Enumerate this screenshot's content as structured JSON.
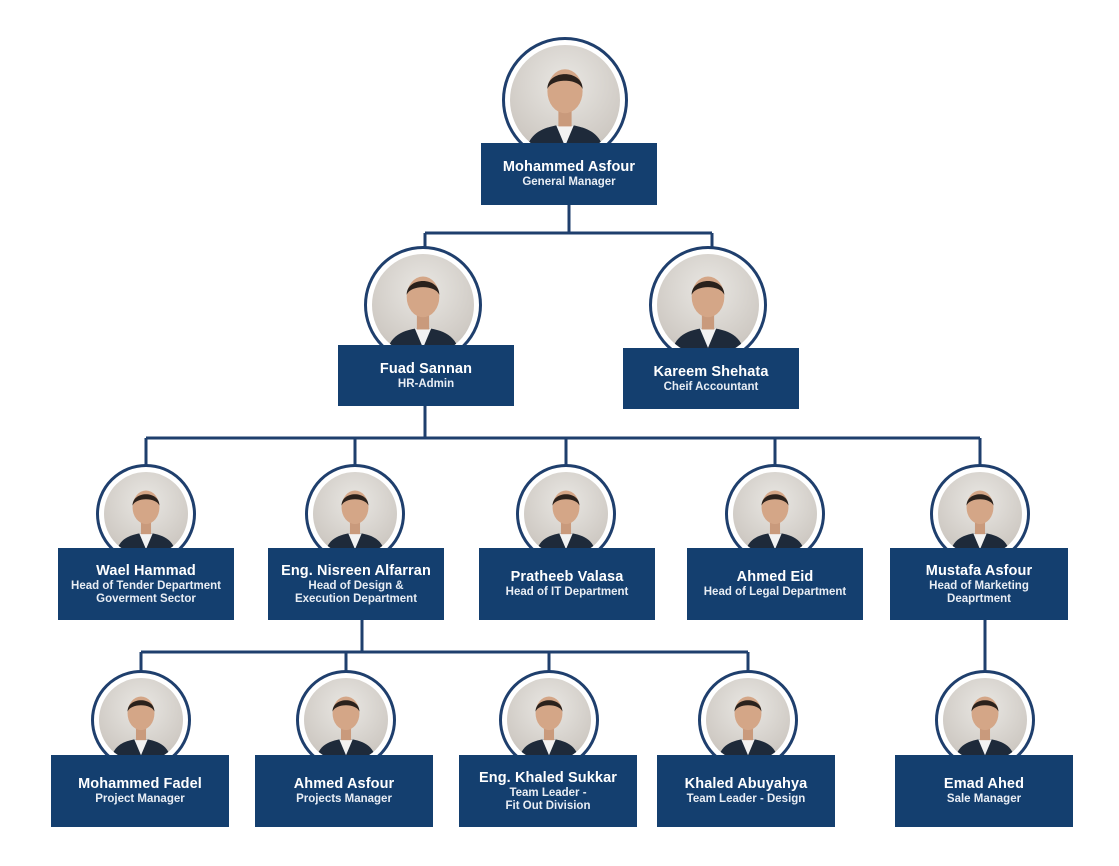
{
  "colors": {
    "line": "#1f3f6d",
    "card": "#143f6f",
    "text": "#ffffff"
  },
  "people": [
    {
      "id": "mohammed-asfour",
      "name": "Mohammed Asfour",
      "role": "General Manager",
      "avatar_icon": "person-photo-icon"
    },
    {
      "id": "fuad-sannan",
      "name": "Fuad Sannan",
      "role": "HR-Admin",
      "avatar_icon": "person-photo-icon"
    },
    {
      "id": "kareem-shehata",
      "name": "Kareem Shehata",
      "role": "Cheif Accountant",
      "avatar_icon": "person-photo-icon"
    },
    {
      "id": "wael-hammad",
      "name": "Wael Hammad",
      "role": "Head of Tender Department\nGoverment Sector",
      "avatar_icon": "person-photo-icon"
    },
    {
      "id": "nisreen-alfarran",
      "name": "Eng. Nisreen Alfarran",
      "role": "Head of Design &\nExecution Department",
      "avatar_icon": "person-photo-icon"
    },
    {
      "id": "pratheeb-valasa",
      "name": "Pratheeb Valasa",
      "role": "Head of IT Department",
      "avatar_icon": "person-photo-icon"
    },
    {
      "id": "ahmed-eid",
      "name": "Ahmed Eid",
      "role": "Head of Legal Department",
      "avatar_icon": "person-photo-icon"
    },
    {
      "id": "mustafa-asfour",
      "name": "Mustafa Asfour",
      "role": "Head of Marketing\nDeaprtment",
      "avatar_icon": "person-photo-icon"
    },
    {
      "id": "mohammed-fadel",
      "name": "Mohammed Fadel",
      "role": "Project Manager",
      "avatar_icon": "person-photo-icon"
    },
    {
      "id": "ahmed-asfour",
      "name": "Ahmed Asfour",
      "role": "Projects Manager",
      "avatar_icon": "person-photo-icon"
    },
    {
      "id": "khaled-sukkar",
      "name": "Eng. Khaled Sukkar",
      "role": "Team Leader -\nFit Out Division",
      "avatar_icon": "person-photo-icon"
    },
    {
      "id": "khaled-abuyahya",
      "name": "Khaled Abuyahya",
      "role": "Team Leader - Design",
      "avatar_icon": "person-photo-icon"
    },
    {
      "id": "emad-ahed",
      "name": "Emad Ahed",
      "role": "Sale Manager",
      "avatar_icon": "person-photo-icon"
    }
  ]
}
